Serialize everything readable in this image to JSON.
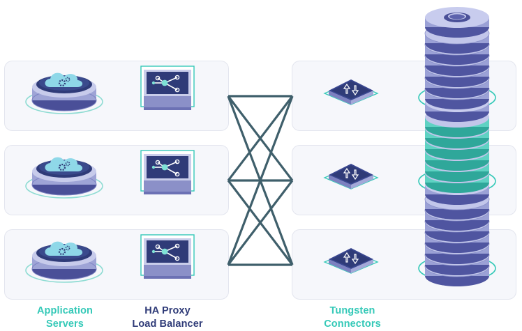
{
  "colors": {
    "teal": "#35c9b8",
    "navy": "#2f3b78",
    "panel_bg": "#f6f7fb",
    "panel_border": "#e3e5ee",
    "connector_line": "#3f5f6b",
    "disk_light": "#a6abd9",
    "disk_dark": "#5a5fa8"
  },
  "captions": {
    "app_servers": {
      "line1": "Application",
      "line2": "Servers"
    },
    "ha_proxy": {
      "line1": "HA Proxy",
      "line2": "Load Balancer"
    },
    "tungsten": {
      "line1": "Tungsten",
      "line2": "Connectors"
    }
  },
  "icons": {
    "app_server": "cloud-gear-icon",
    "load_balancer": "network-hub-icon",
    "connector": "transfer-arrows-icon",
    "database": "database-stack-icon"
  },
  "rows": 3,
  "database_clusters": 3,
  "cluster_highlight": "middle"
}
